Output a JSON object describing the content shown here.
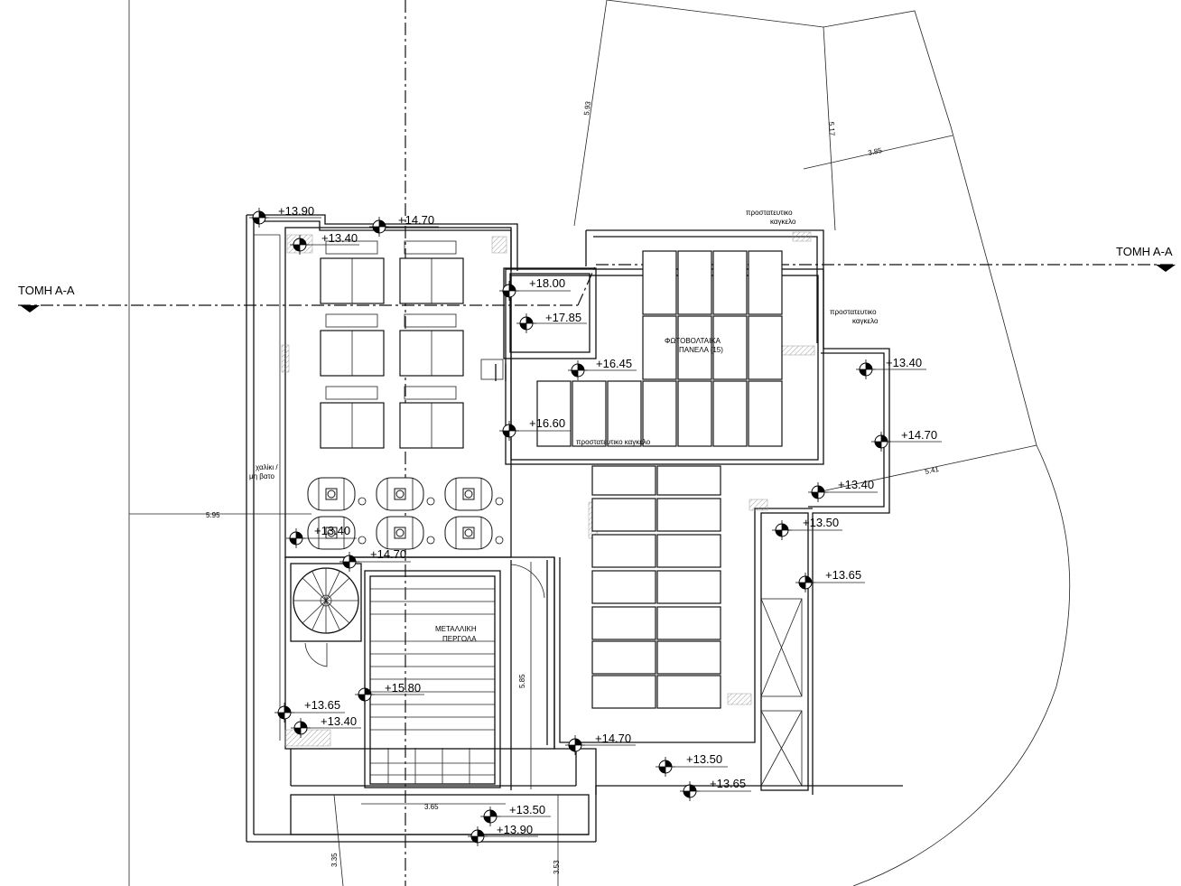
{
  "section_labels": [
    "ΤΟΜΗ Α-Α",
    "ΤΟΜΗ Α-Α"
  ],
  "levels": [
    "+13.90",
    "+14.70",
    "+13.40",
    "+18.00",
    "+17.85",
    "+16.45",
    "+16.60",
    "+13.40",
    "+14.70",
    "+13.40",
    "+13.50",
    "+13.65",
    "+13.40",
    "+14.70",
    "+15.80",
    "+13.65",
    "+13.40",
    "+14.70",
    "+13.50",
    "+13.65",
    "+13.50",
    "+13.90"
  ],
  "dimensions": [
    "5.93",
    "5.17",
    "3.85",
    "5.95",
    "5.41",
    "5.85",
    "3.65",
    "3.35",
    "3.53"
  ],
  "notes": {
    "railing_top": [
      "προστατευτικο",
      "καγκελο"
    ],
    "railing_right": [
      "προστατευτικο",
      "καγκελο"
    ],
    "railing_bottom": "προστατευτικο καγκελο",
    "gravel": [
      "χαλίκι /",
      "μη βατο"
    ],
    "pv_panels": [
      "ΦΩΤΟΒΟΛΤΑΙΚΑ",
      "ΠΑΝΕΛΑ (15)"
    ],
    "pergola": [
      "ΜΕΤΑΛΛΙΚΗ",
      "ΠΕΡΓΟΛΑ"
    ]
  }
}
